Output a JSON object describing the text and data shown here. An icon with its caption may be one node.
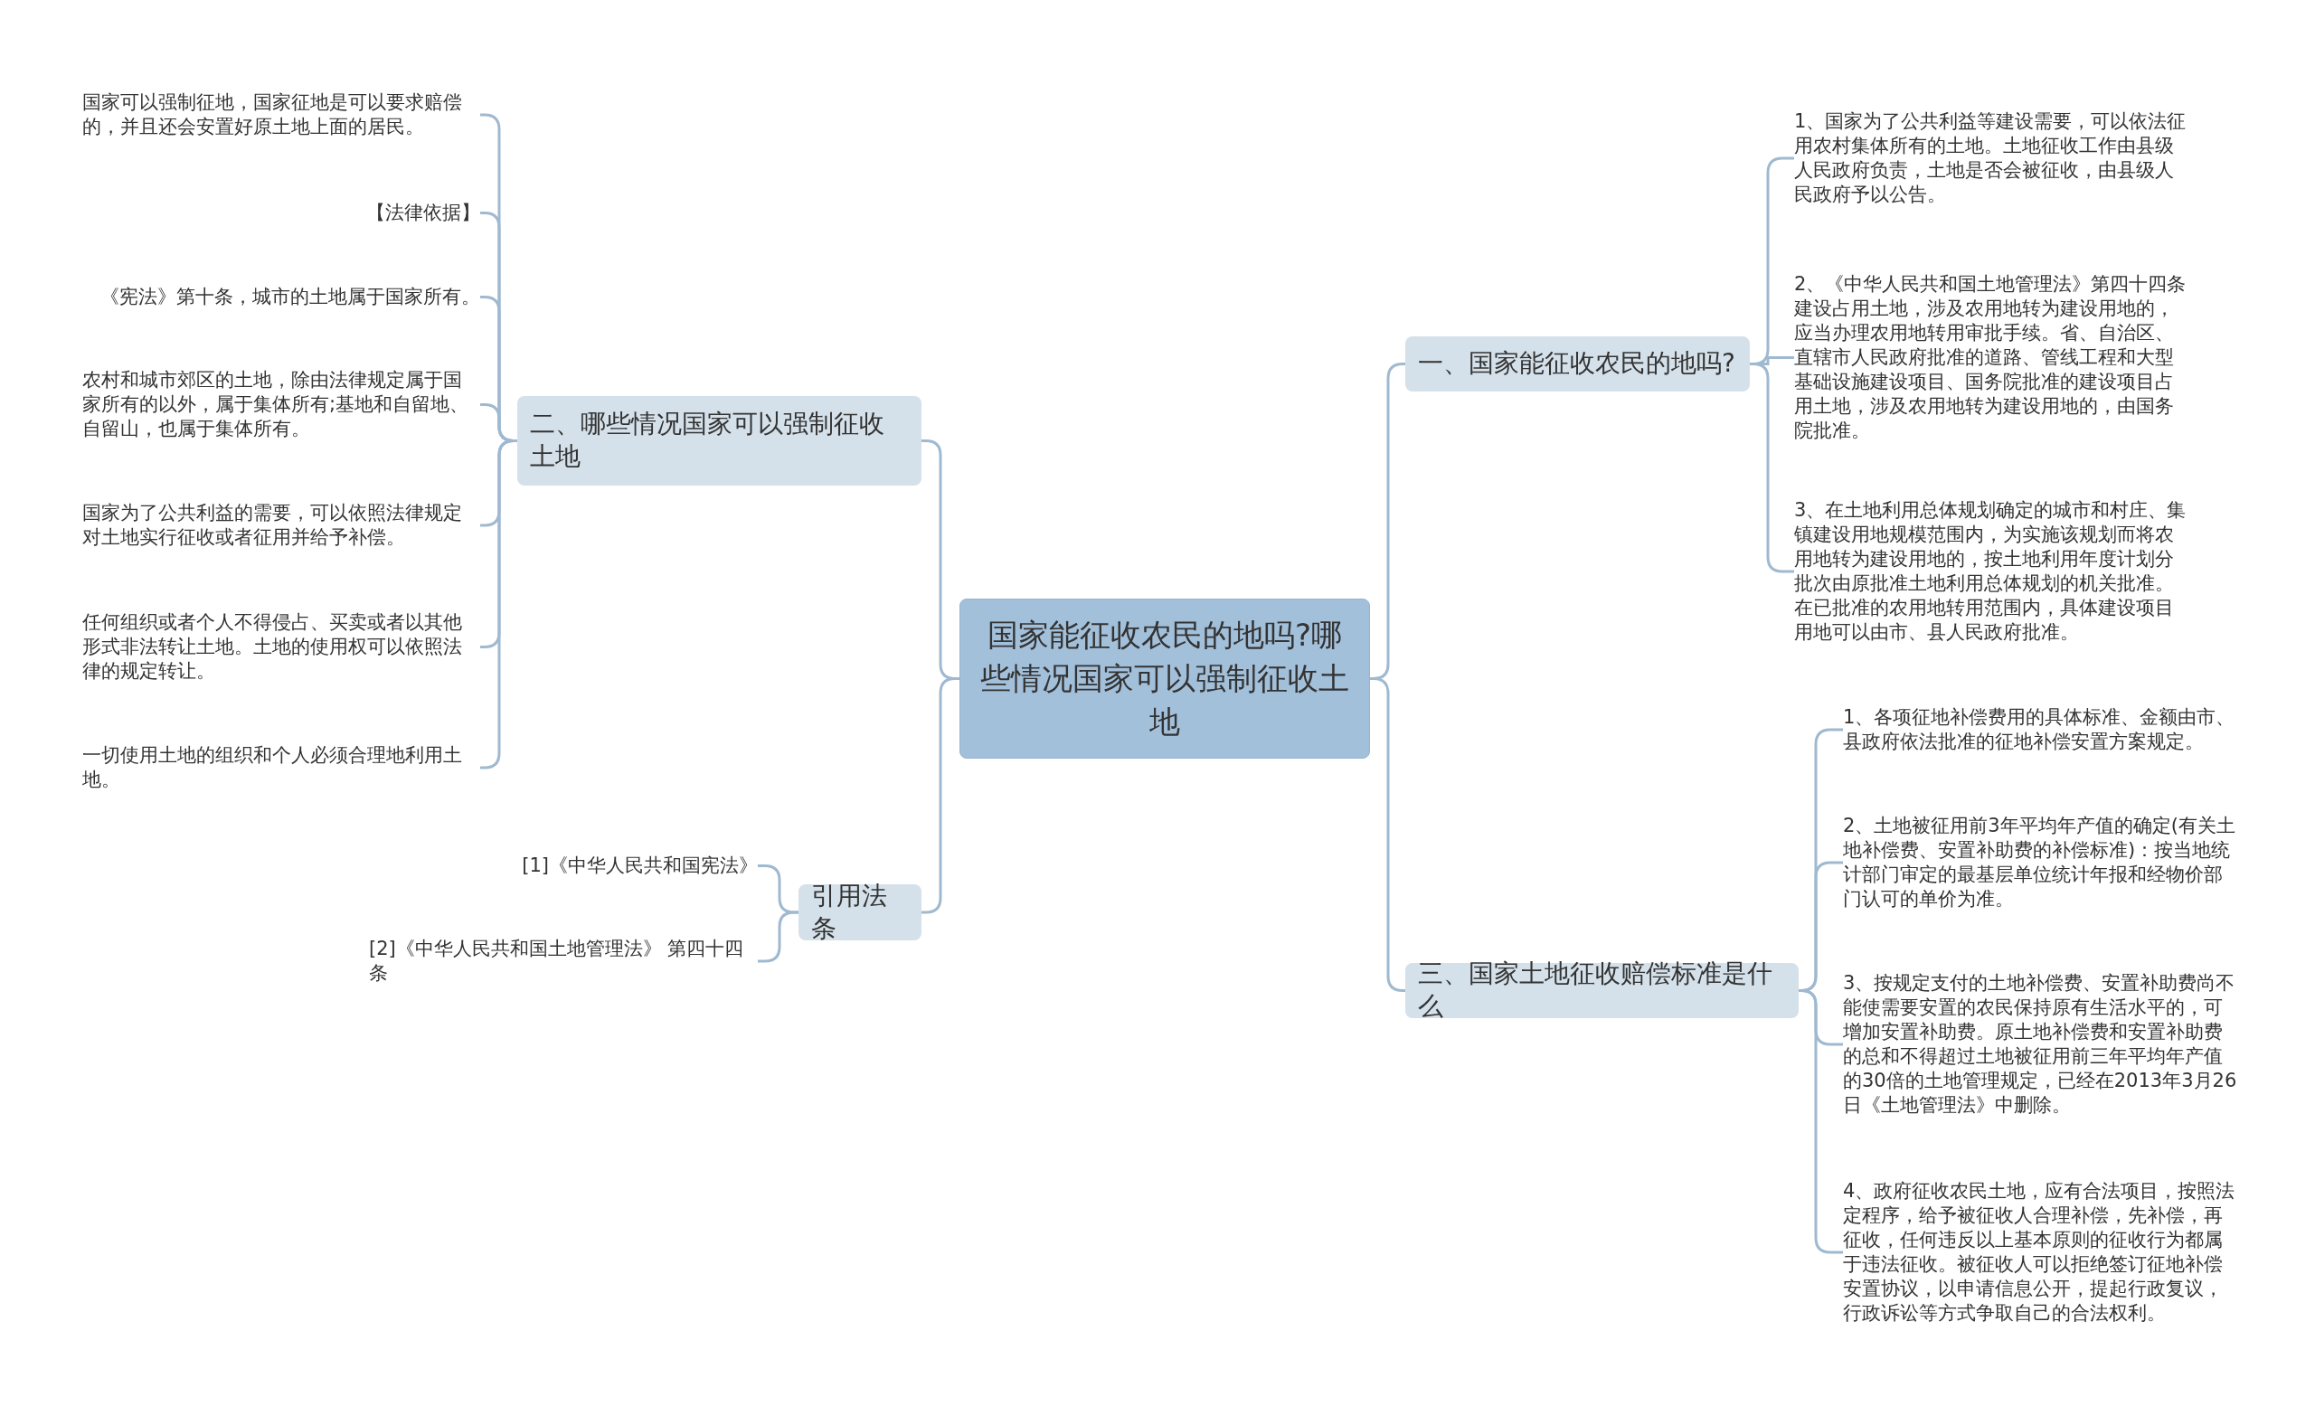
{
  "diagram": {
    "nodes": [
      {
        "text": [
          "国家能征收农民的地吗?哪些情况国家可以强制征收土地"
        ]
      },
      {
        "text": [
          "二、哪些情况国家可以强制征收土地"
        ]
      },
      {
        "text": [
          "国家可以强制征地，国家征地是可以要求赔偿的，并且还会安置好原土地上面的居民。"
        ]
      },
      {
        "text": [
          "【法律依据】"
        ]
      },
      {
        "text": [
          "《宪法》第十条，城市的土地属于国家所有。"
        ]
      },
      {
        "text": [
          "农村和城市郊区的土地，除由法律规定属于国家所有的以外，属于集体所有;基地和自留地、自留山，也属于集体所有。"
        ]
      },
      {
        "text": [
          "国家为了公共利益的需要，可以依照法律规定对土地实行征收或者征用并给予补偿。"
        ]
      },
      {
        "text": [
          "任何组织或者个人不得侵占、买卖或者以其他形式非法转让土地。土地的使用权可以依照法律的规定转让。"
        ]
      },
      {
        "text": [
          "一切使用土地的组织和个人必须合理地利用土地。"
        ]
      },
      {
        "text": [
          "引用法条"
        ]
      },
      {
        "text": [
          "[1]《中华人民共和国宪法》"
        ]
      },
      {
        "text": [
          "[2]《中华人民共和国土地管理法》 第四十四条"
        ]
      },
      {
        "text": [
          "一、国家能征收农民的地吗?"
        ]
      },
      {
        "text": [
          "1、国家为了公共利益等建设需要，可以依法征用农村集体所有的土地。土地征收工作由县级人民政府负责，土地是否会被征收，由县级人民政府予以公告。"
        ]
      },
      {
        "text": [
          "2、《中华人民共和国土地管理法》第四十四条建设占用土地，涉及农用地转为建设用地的，应当办理农用地转用审批手续。省、自治区、直辖市人民政府批准的道路、管线工程和大型基础设施建设项目、国务院批准的建设项目占用土地，涉及农用地转为建设用地的，由国务院批准。"
        ]
      },
      {
        "text": [
          "3、在土地利用总体规划确定的城市和村庄、集镇建设用地规模范围内，为实施该规划而将农用地转为建设用地的，按土地利用年度计划分批次由原批准土地利用总体规划的机关批准。在已批准的农用地转用范围内，具体建设项目用地可以由市、县人民政府批准。"
        ]
      },
      {
        "text": [
          "三、国家土地征收赔偿标准是什么"
        ]
      },
      {
        "text": [
          "1、各项征地补偿费用的具体标准、金额由市、县政府依法批准的征地补偿安置方案规定。"
        ]
      },
      {
        "text": [
          "2、土地被征用前3年平均年产值的确定(有关土地补偿费、安置补助费的补偿标准)：按当地统计部门审定的最基层单位统计年报和经物价部门认可的单价为准。"
        ]
      },
      {
        "text": [
          "3、按规定支付的土地补偿费、安置补助费尚不能使需要安置的农民保持原有生活水平的，可增加安置补助费。原土地补偿费和安置补助费的总和不得超过土地被征用前三年平均年产值的30倍的土地管理规定，已经在2013年3月26日《土地管理法》中删除。"
        ]
      },
      {
        "text": [
          "4、政府征收农民土地，应有合法项目，按照法定程序，给予被征收人合理补偿，先补偿，再征收，任何违反以上基本原则的征收行为都属于违法征收。被征收人可以拒绝签订征地补偿安置协议，以申请信息公开，提起行政复议，行政诉讼等方式争取自己的合法权利。"
        ]
      }
    ],
    "edges": [
      {
        "from": 0,
        "to": 1,
        "arrow": "none"
      },
      {
        "from": 1,
        "to": 2,
        "arrow": "none"
      },
      {
        "from": 1,
        "to": 3,
        "arrow": "none"
      },
      {
        "from": 1,
        "to": 4,
        "arrow": "none"
      },
      {
        "from": 1,
        "to": 5,
        "arrow": "none"
      },
      {
        "from": 1,
        "to": 6,
        "arrow": "none"
      },
      {
        "from": 1,
        "to": 7,
        "arrow": "none"
      },
      {
        "from": 1,
        "to": 8,
        "arrow": "none"
      },
      {
        "from": 0,
        "to": 9,
        "arrow": "none"
      },
      {
        "from": 9,
        "to": 10,
        "arrow": "none"
      },
      {
        "from": 9,
        "to": 11,
        "arrow": "none"
      },
      {
        "from": 0,
        "to": 12,
        "arrow": "none"
      },
      {
        "from": 12,
        "to": 13,
        "arrow": "none"
      },
      {
        "from": 12,
        "to": 14,
        "arrow": "none"
      },
      {
        "from": 12,
        "to": 15,
        "arrow": "none"
      },
      {
        "from": 0,
        "to": 16,
        "arrow": "none"
      },
      {
        "from": 16,
        "to": 17,
        "arrow": "none"
      },
      {
        "from": 16,
        "to": 18,
        "arrow": "none"
      },
      {
        "from": 16,
        "to": 19,
        "arrow": "none"
      },
      {
        "from": 16,
        "to": 20,
        "arrow": "none"
      }
    ]
  }
}
